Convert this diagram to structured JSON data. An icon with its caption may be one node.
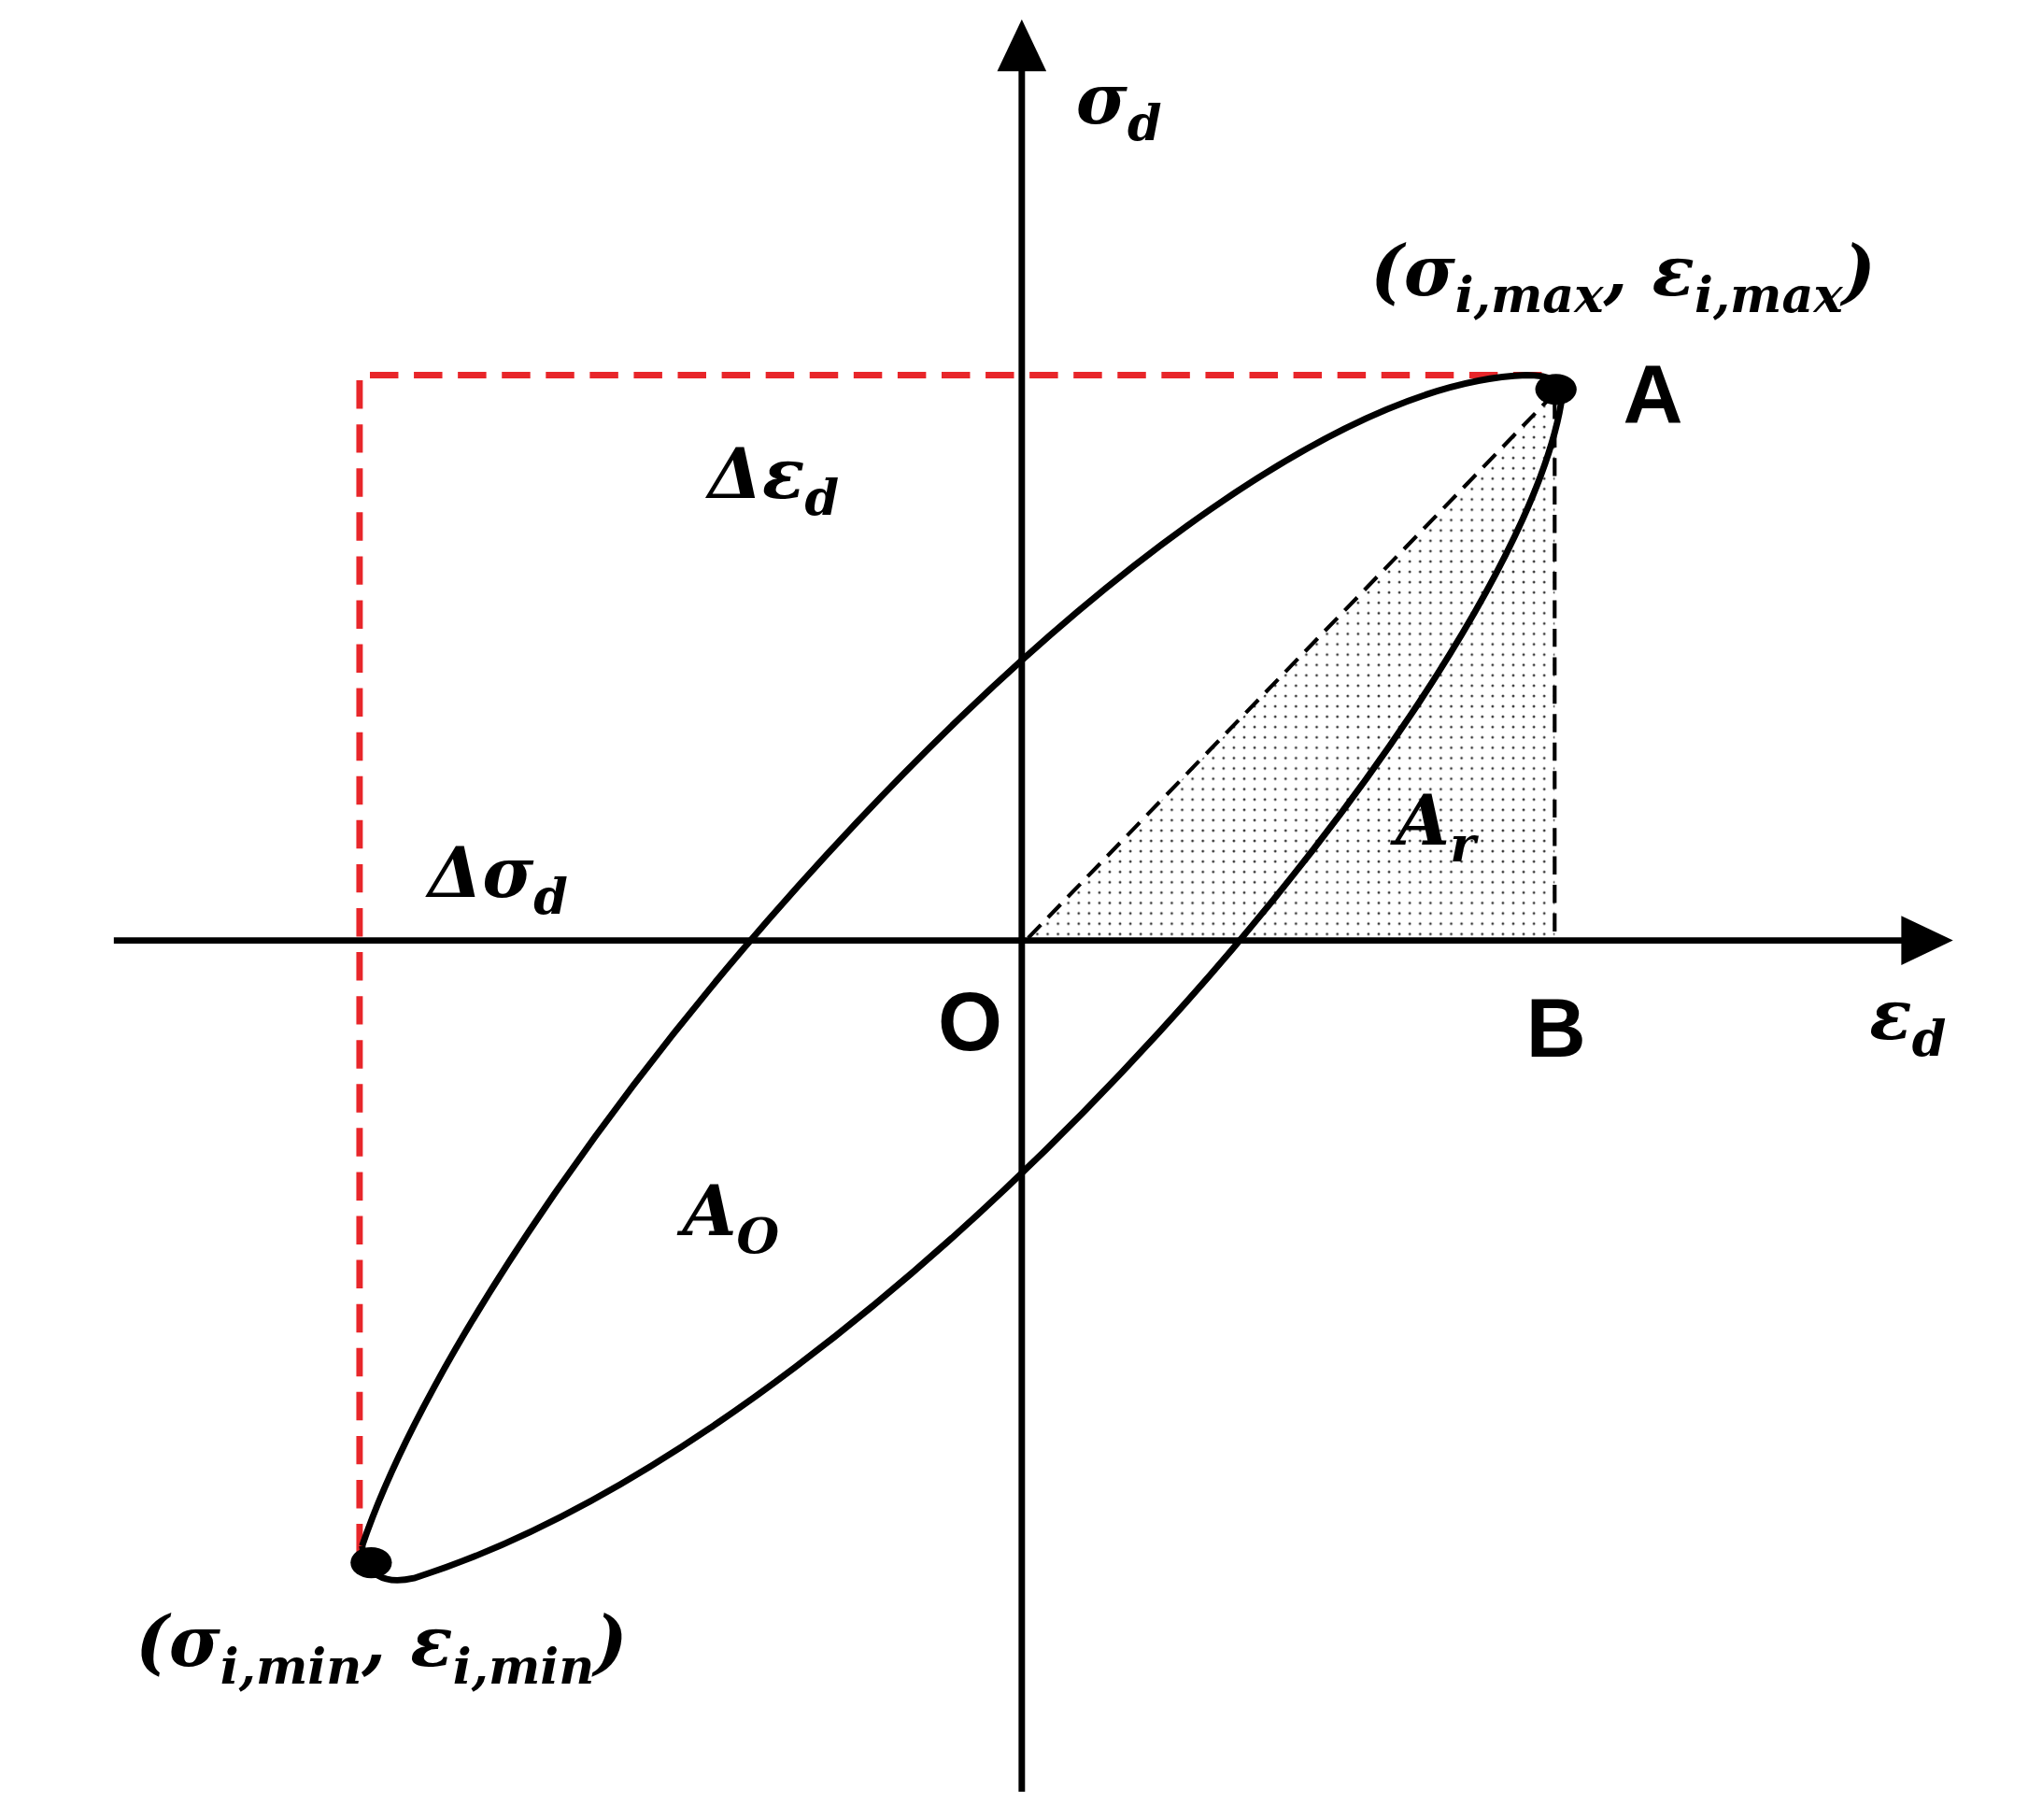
{
  "diagram": {
    "labels": [
      "σ$_{d}$",
      "(σ$_{i,max}$, ε$_{i,max}$)",
      "A",
      "Δε$_{d}$",
      "A$_{r}$",
      "Δσ$_{d}$",
      "O",
      "B",
      "ε$_{d}$",
      "A$_{O}$",
      "(σ$_{i,min}$, ε$_{i,min}$)"
    ]
  }
}
